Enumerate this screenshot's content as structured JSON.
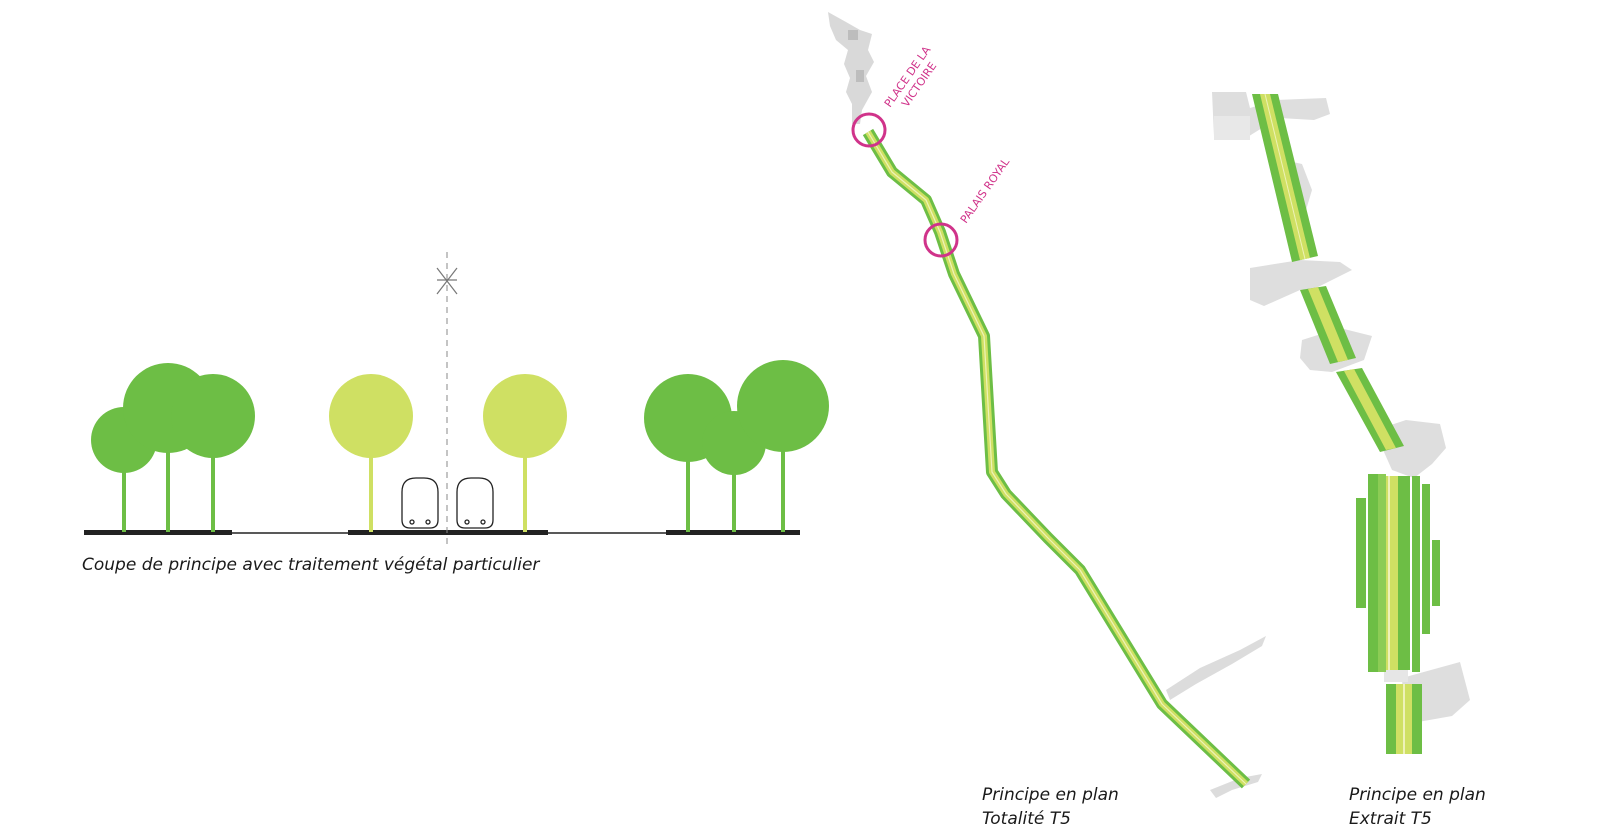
{
  "section": {
    "caption": "Coupe de principe avec traitement végétal particulier"
  },
  "plan_total": {
    "caption_line1": "Principe en plan",
    "caption_line2": "Totalité T5",
    "stations": [
      {
        "line1": "PLACE DE LA",
        "line2": "VICTOIRE"
      },
      {
        "line1": "PALAIS ROYAL",
        "line2": ""
      }
    ]
  },
  "plan_extract": {
    "caption_line1": "Principe en plan",
    "caption_line2": "Extrait T5"
  },
  "colors": {
    "dark_green": "#6dbe45",
    "light_green": "#cfe063",
    "pale_yellow": "#eef2b8",
    "magenta": "#d0338a",
    "ground": "#222222",
    "grey_context": "#d6d6d6"
  }
}
